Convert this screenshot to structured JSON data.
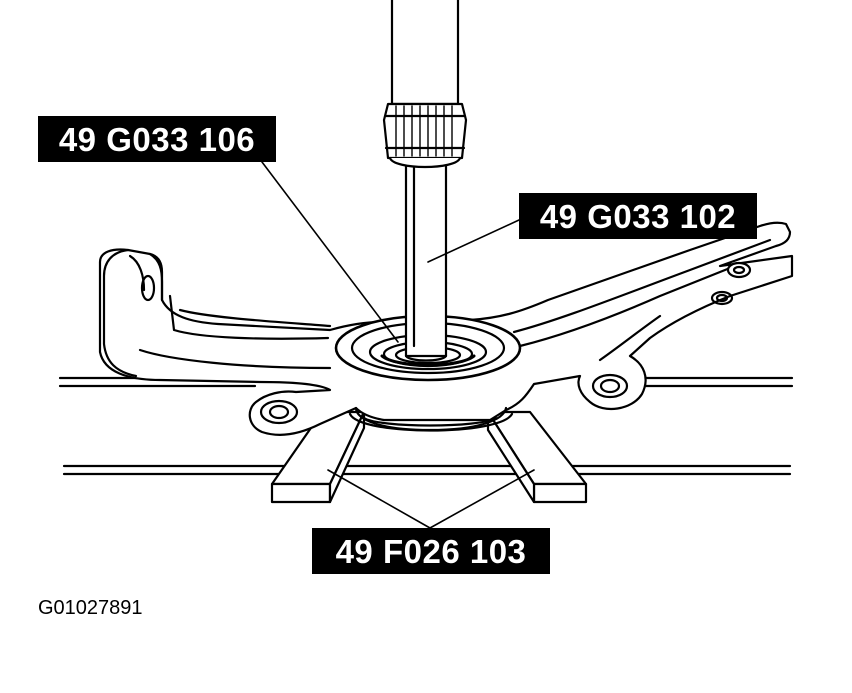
{
  "labels": {
    "tool_106": "49 G033 106",
    "tool_102": "49 G033 102",
    "tool_103": "49 F026 103"
  },
  "figure_code": "G01027891",
  "colors": {
    "line": "#000000",
    "label_bg": "#000000",
    "label_text": "#ffffff",
    "background": "#ffffff"
  }
}
